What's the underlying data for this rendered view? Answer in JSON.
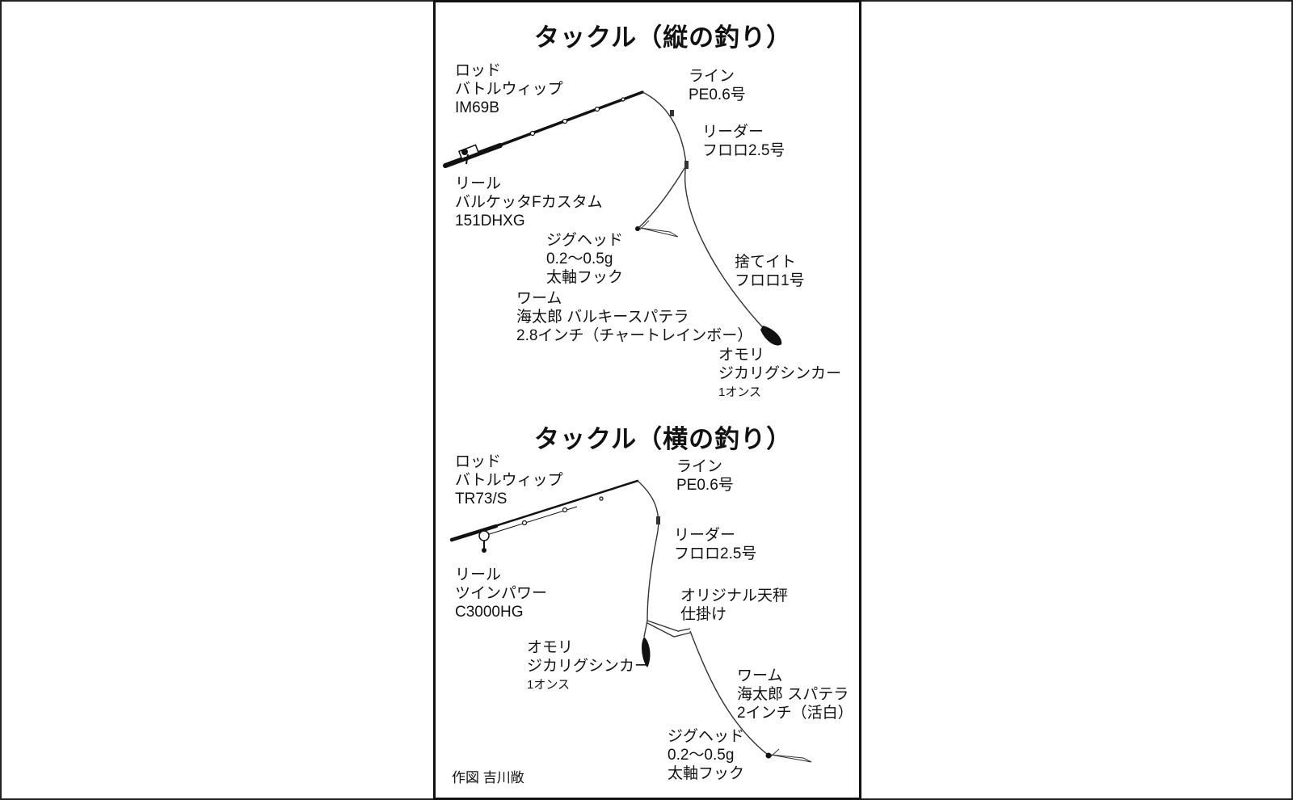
{
  "top": {
    "title": "タックル（縦の釣り）",
    "rod": [
      "ロッド",
      "バトルウィップ",
      "IM69B"
    ],
    "line": [
      "ライン",
      "PE0.6号"
    ],
    "leader": [
      "リーダー",
      "フロロ2.5号"
    ],
    "reel": [
      "リール",
      "バルケッタFカスタム",
      "151DHXG"
    ],
    "jighead": [
      "ジグヘッド",
      "0.2～0.5g",
      "太軸フック"
    ],
    "sute_ito": [
      "捨てイト",
      "フロロ1号"
    ],
    "worm": [
      "ワーム",
      "海太郎 バルキースパテラ",
      "2.8インチ（チャートレインボー）"
    ],
    "sinker": [
      "オモリ",
      "ジカリグシンカー",
      "1オンス"
    ]
  },
  "bottom": {
    "title": "タックル（横の釣り）",
    "rod": [
      "ロッド",
      "バトルウィップ",
      "TR73/S"
    ],
    "line": [
      "ライン",
      "PE0.6号"
    ],
    "leader": [
      "リーダー",
      "フロロ2.5号"
    ],
    "reel": [
      "リール",
      "ツインパワー",
      "C3000HG"
    ],
    "rig": [
      "オリジナル天秤",
      "仕掛け"
    ],
    "sinker": [
      "オモリ",
      "ジカリグシンカー",
      "1オンス"
    ],
    "worm": [
      "ワーム",
      "海太郎 スパテラ",
      "2インチ（活白）"
    ],
    "jighead": [
      "ジグヘッド",
      "0.2～0.5g",
      "太軸フック"
    ]
  },
  "credit": "作図 吉川敞",
  "colors": {
    "ink": "#111111",
    "line": "#333333",
    "frame": "#222222"
  }
}
